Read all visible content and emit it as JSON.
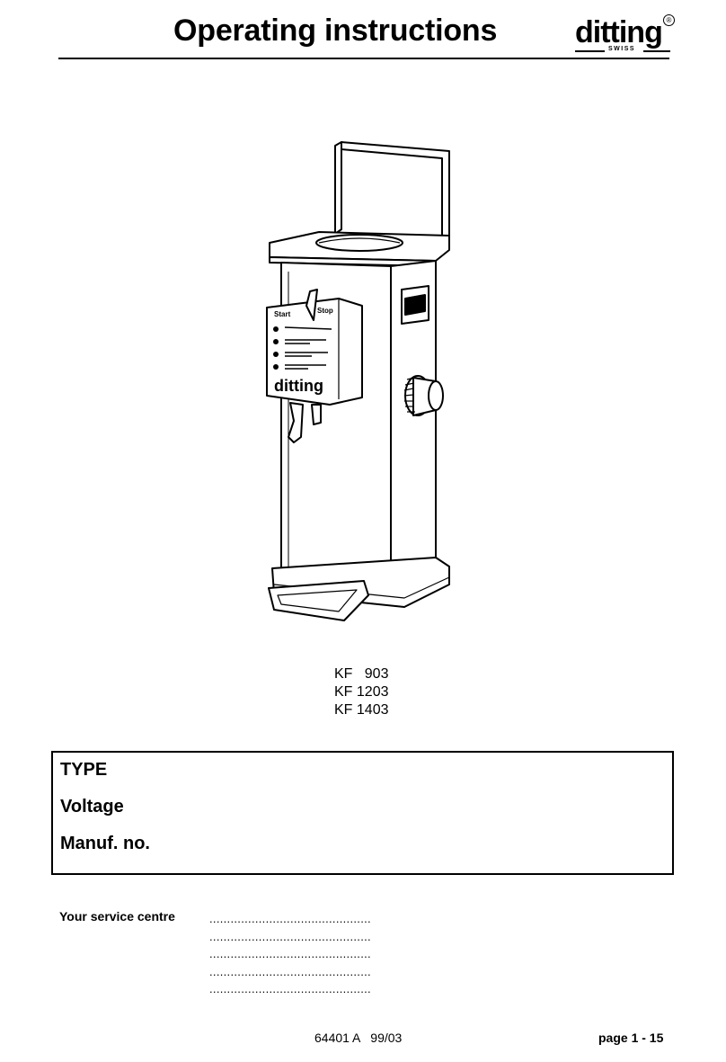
{
  "header": {
    "title": "Operating instructions",
    "logo_text": "ditting",
    "logo_sub": "SWISS",
    "logo_mark": "®"
  },
  "illustration": {
    "icon": "coffee-grinder-line-drawing",
    "panel_labels": [
      "Start",
      "Stop"
    ],
    "brand_text": "ditting"
  },
  "models": [
    "KF   903",
    "KF 1203",
    "KF 1403"
  ],
  "info_box": {
    "rows": [
      "TYPE",
      "Voltage",
      "Manuf. no."
    ]
  },
  "service": {
    "label": "Your service centre",
    "lines": [
      "..............................................",
      "..............................................",
      "..............................................",
      "..............................................",
      ".............................................."
    ]
  },
  "footer": {
    "code": "64401 A   99/03",
    "page": "page 1 - 15"
  }
}
